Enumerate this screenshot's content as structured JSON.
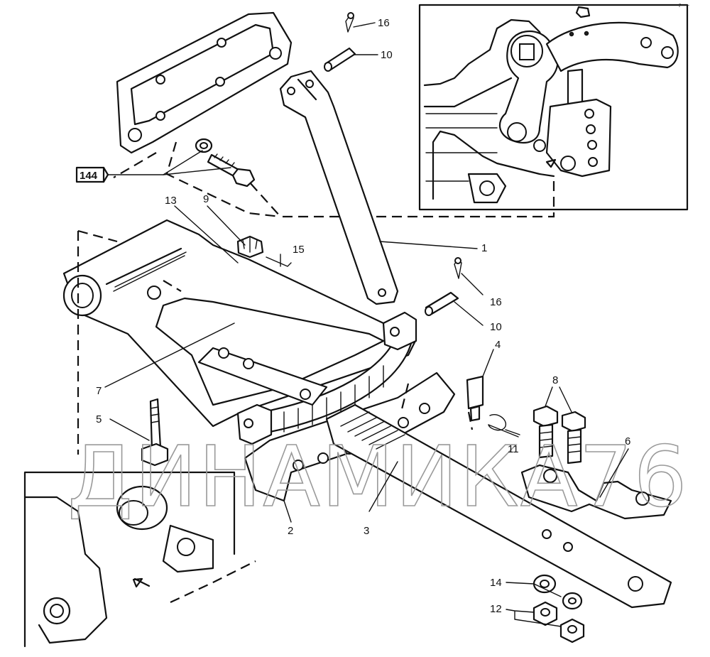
{
  "corner_mark": "r—-",
  "reference_box": {
    "label": "144"
  },
  "callouts": [
    {
      "id": "c16a",
      "label": "16"
    },
    {
      "id": "c10a",
      "label": "10"
    },
    {
      "id": "c13",
      "label": "13"
    },
    {
      "id": "c9",
      "label": "9"
    },
    {
      "id": "c15",
      "label": "15"
    },
    {
      "id": "c1",
      "label": "1"
    },
    {
      "id": "c16b",
      "label": "16"
    },
    {
      "id": "c10b",
      "label": "10"
    },
    {
      "id": "c4",
      "label": "4"
    },
    {
      "id": "c8",
      "label": "8"
    },
    {
      "id": "c7",
      "label": "7"
    },
    {
      "id": "c5",
      "label": "5"
    },
    {
      "id": "c11",
      "label": "11"
    },
    {
      "id": "c6",
      "label": "6"
    },
    {
      "id": "c2",
      "label": "2"
    },
    {
      "id": "c3",
      "label": "3"
    },
    {
      "id": "c14",
      "label": "14"
    },
    {
      "id": "c12",
      "label": "12"
    }
  ],
  "watermark": {
    "text": "ДИНАМИКА76"
  }
}
